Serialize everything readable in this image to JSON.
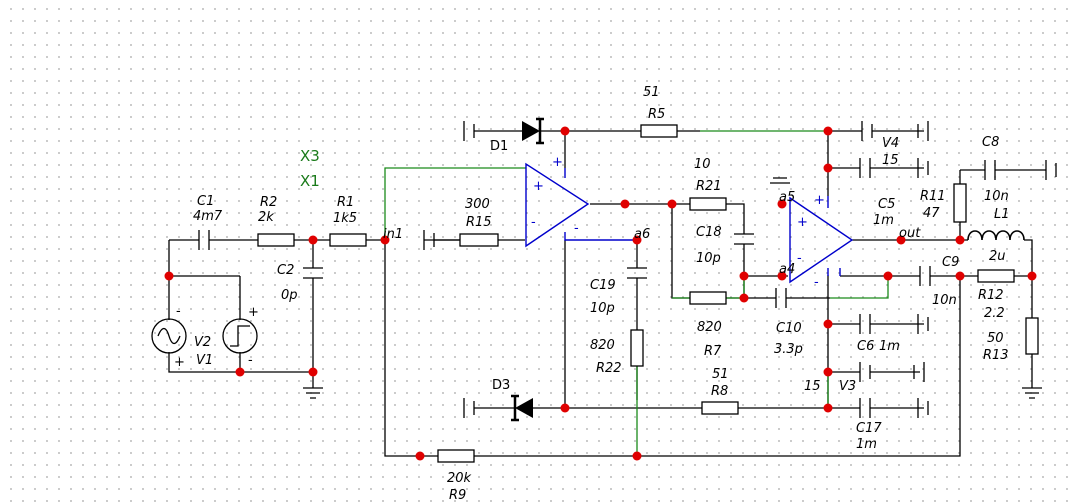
{
  "colors": {
    "wire": "#000000",
    "net_highlight": "#1a8a1a",
    "opamp": "#0000cc",
    "node": "#e00000",
    "grid_dot": "#bdbdbd"
  },
  "net_labels": {
    "x3": "X3",
    "x1": "X1",
    "in1": "in1",
    "a6": "a6",
    "a5": "a5",
    "a4": "a4",
    "out": "out"
  },
  "components": {
    "C1": {
      "name": "C1",
      "value": "4m7"
    },
    "R2": {
      "name": "R2",
      "value": "2k"
    },
    "R1": {
      "name": "R1",
      "value": "1k5"
    },
    "C2": {
      "name": "C2",
      "value": "0p"
    },
    "V2": {
      "name": "V2"
    },
    "V1": {
      "name": "V1"
    },
    "R15": {
      "name": "R15",
      "value": "300"
    },
    "D1": {
      "name": "D1"
    },
    "D3": {
      "name": "D3"
    },
    "R5": {
      "name": "R5",
      "value": "51"
    },
    "R21": {
      "name": "R21",
      "value": "10"
    },
    "C18": {
      "name": "C18",
      "value": "10p"
    },
    "C19": {
      "name": "C19",
      "value": "10p"
    },
    "R22": {
      "name": "R22",
      "value": "820"
    },
    "R7": {
      "name": "R7",
      "value": "820"
    },
    "C10": {
      "name": "C10",
      "value": "3.3p"
    },
    "R8": {
      "name": "R8",
      "value": "51"
    },
    "R9": {
      "name": "R9",
      "value": "20k"
    },
    "V4": {
      "name": "V4",
      "value": "15"
    },
    "V3": {
      "name": "V3",
      "value": "15"
    },
    "C5": {
      "name": "C5",
      "value": "1m"
    },
    "C6": {
      "name": "C6",
      "value": "1m"
    },
    "C17": {
      "name": "C17",
      "value": "1m"
    },
    "C8": {
      "name": "C8",
      "value": "10n"
    },
    "R11": {
      "name": "R11",
      "value": "47"
    },
    "L1": {
      "name": "L1",
      "value": "2u"
    },
    "C9": {
      "name": "C9",
      "value": "10n"
    },
    "R12": {
      "name": "R12",
      "value": "2.2"
    },
    "R13": {
      "name": "R13",
      "value": "50"
    }
  },
  "opamp_pins": {
    "plus": "+",
    "minus": "-"
  }
}
